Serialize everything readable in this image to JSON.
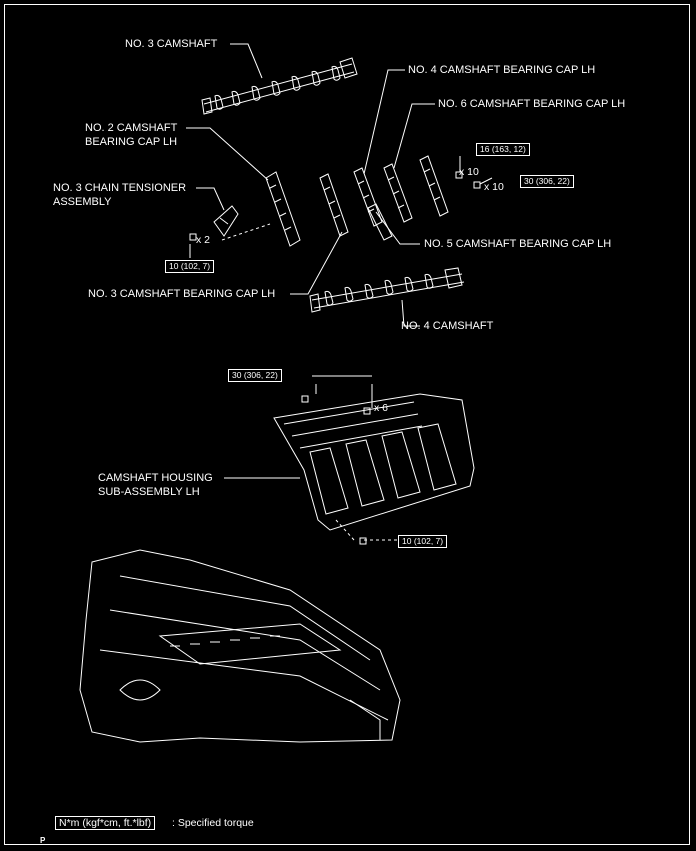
{
  "labels": {
    "cam3": "NO. 3 CAMSHAFT",
    "cap4": "NO. 4 CAMSHAFT BEARING CAP LH",
    "cap6": "NO. 6 CAMSHAFT BEARING CAP LH",
    "cap2_l1": "NO. 2 CAMSHAFT",
    "cap2_l2": "BEARING CAP LH",
    "tens_l1": "NO. 3 CHAIN TENSIONER",
    "tens_l2": "ASSEMBLY",
    "cap5": "NO. 5 CAMSHAFT BEARING CAP LH",
    "cap3": "NO. 3 CAMSHAFT BEARING CAP LH",
    "cam4": "NO. 4 CAMSHAFT",
    "housing_l1": "CAMSHAFT HOUSING",
    "housing_l2": "SUB-ASSEMBLY LH"
  },
  "torques": {
    "t16": "16 (163, 12)",
    "t30a": "30 (306, 22)",
    "t10a": "10 (102, 7)",
    "t30b": "30 (306, 22)",
    "t10b": "10 (102, 7)"
  },
  "multipliers": {
    "x10a": "x 10",
    "x10b": "x 10",
    "x2": "x 2",
    "x6": "x 6"
  },
  "legend": {
    "unit_box": "N*m (kgf*cm, ft.*lbf)",
    "text": ": Specified torque"
  },
  "page_mark": "P"
}
